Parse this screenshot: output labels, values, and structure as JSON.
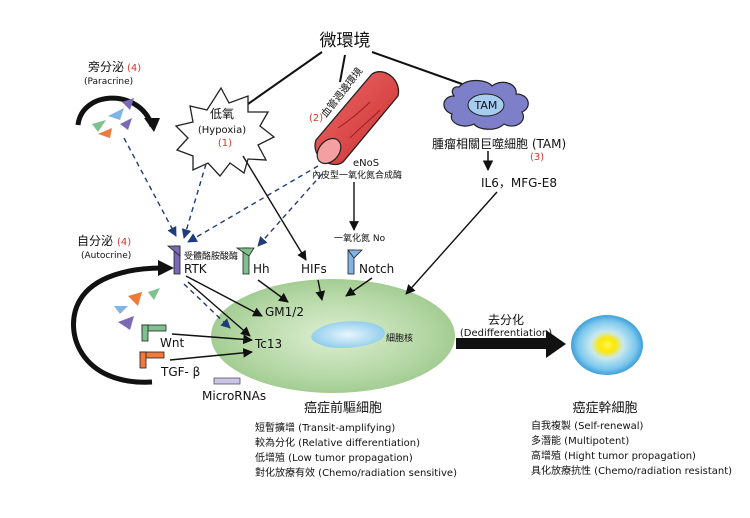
{
  "microenvironment": {
    "title": "微環境"
  },
  "paracrine": {
    "title": "旁分泌",
    "num": "(4)",
    "en": "(Paracrine)"
  },
  "autocrine": {
    "title": "自分泌",
    "num": "(4)",
    "en": "(Autocrine)"
  },
  "hypoxia": {
    "title": "低氧",
    "en": "(Hypoxia)",
    "num": "(1)"
  },
  "vessel": {
    "num": "(2)",
    "label": "血管週邊環境",
    "enos": "eNoS",
    "enos_desc": "內皮型一氧化氮合成酶"
  },
  "tam": {
    "badge": "TAM",
    "desc": "腫瘤相關巨噬細胞 (TAM)",
    "num": "(3)",
    "factors": "IL6，MFG-E8"
  },
  "no": {
    "label": "一氧化氮 No"
  },
  "receptors": {
    "rtk_desc": "受體酪胺酸酶",
    "rtk": "RTK",
    "hh": "Hh",
    "hifs": "HIFs",
    "notch": "Notch"
  },
  "signals": {
    "gm": "GM1/2",
    "tc": "Tc13",
    "wnt": "Wnt",
    "tgf": "TGF- β",
    "micro": "MicroRNAs"
  },
  "cell": {
    "nucleus": "細胞核"
  },
  "dediff": {
    "title": "去分化",
    "en": "(Dedifferentiation)"
  },
  "progenitor": {
    "title": "癌症前驅細胞",
    "traits": [
      "短暫擴增 (Transit-amplifying)",
      "較為分化 (Relative differentiation)",
      "低增殖 (Low tumor propagation)",
      "對化放療有效 (Chemo/radiation sensitive)"
    ]
  },
  "stem": {
    "title": "癌症幹細胞",
    "traits": [
      "自我複製 (Self-renewal)",
      "多潛能 (Multipotent)",
      "高增殖 (Hight tumor propagation)",
      "具化放療抗性 (Chemo/radiation resistant)"
    ]
  },
  "colors": {
    "cell_green": "#b3d6a3",
    "nucleus_blue": "#a8d7f0",
    "vessel_red": "#e24a4a",
    "tam_purple": "#8080c8",
    "receptor_purple": "#7a6ab5",
    "receptor_green": "#7fc08f",
    "receptor_blue": "#7fb4e4",
    "orange": "#f07a3a",
    "stem_yellow": "#ffea00"
  }
}
